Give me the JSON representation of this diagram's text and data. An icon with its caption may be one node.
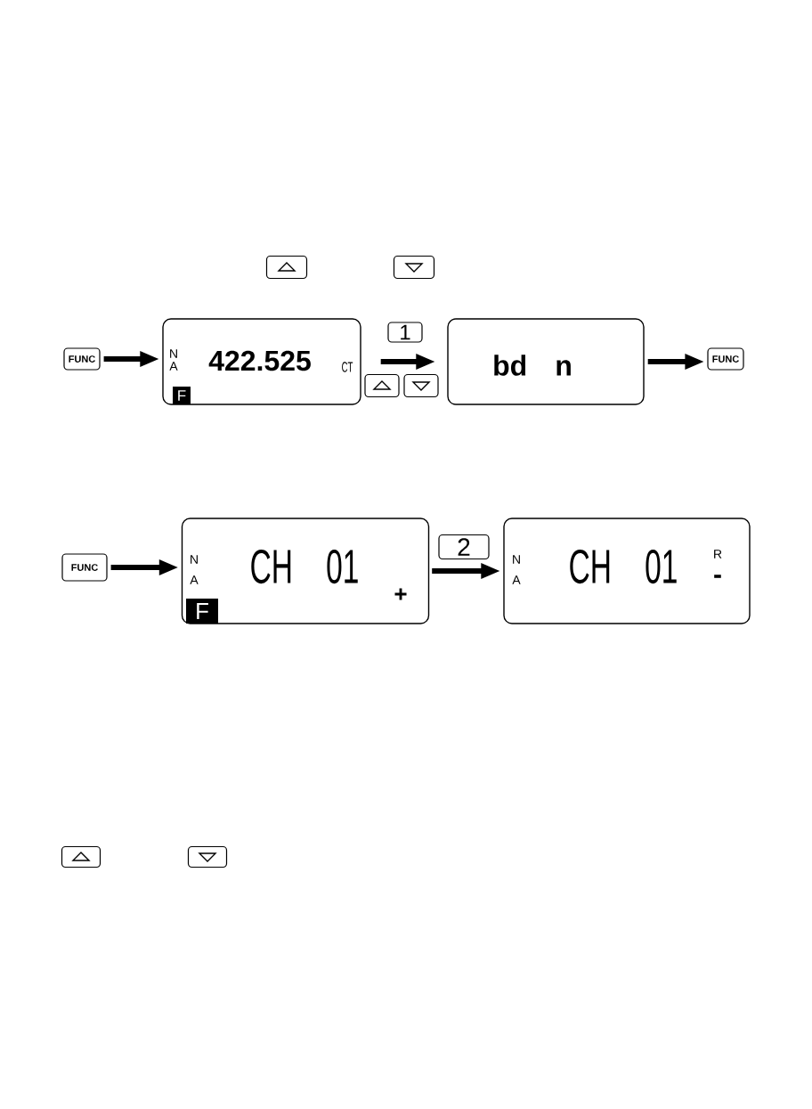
{
  "diagram": {
    "nodes": [
      {
        "text": [
          "FUNC"
        ]
      },
      {
        "text": [
          "N",
          "A",
          "422.525",
          "CT",
          "F"
        ]
      },
      {
        "text": [
          "bd n"
        ]
      },
      {
        "text": [
          "FUNC"
        ]
      },
      {
        "text": [
          "FUNC"
        ]
      },
      {
        "text": [
          "N",
          "A",
          "CH 01",
          "+",
          "F"
        ]
      },
      {
        "text": [
          "N",
          "A",
          "CH 01",
          "R",
          "-"
        ]
      }
    ],
    "edges": [
      {
        "from": 0,
        "to": 1,
        "arrow": "to"
      },
      {
        "from": 1,
        "to": 2,
        "arrow": "to",
        "label": "1"
      },
      {
        "from": 2,
        "to": 3,
        "arrow": "to"
      },
      {
        "from": 4,
        "to": 5,
        "arrow": "to"
      },
      {
        "from": 5,
        "to": 6,
        "arrow": "to",
        "label": "2"
      }
    ]
  }
}
